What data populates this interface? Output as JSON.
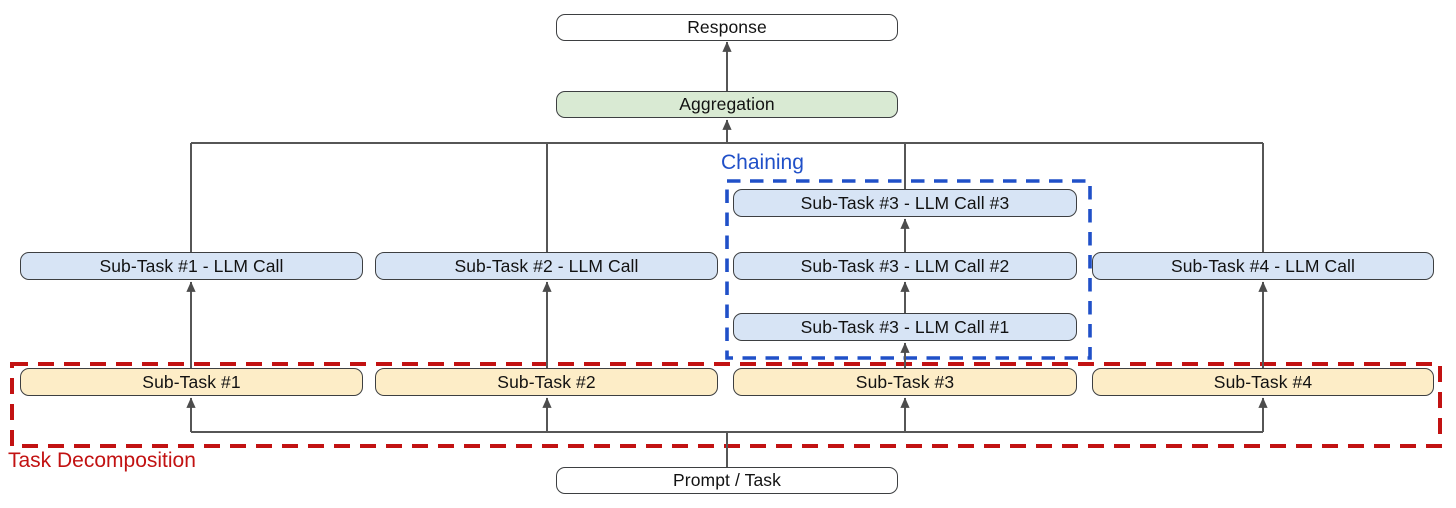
{
  "diagram": {
    "response": {
      "label": "Response"
    },
    "aggregation": {
      "label": "Aggregation"
    },
    "llm_calls": [
      {
        "label": "Sub-Task #1 - LLM Call"
      },
      {
        "label": "Sub-Task #2 - LLM Call"
      },
      {
        "label": "Sub-Task #4 - LLM Call"
      }
    ],
    "chaining_group": {
      "label": "Chaining",
      "calls": [
        {
          "label": "Sub-Task #3 - LLM Call #3"
        },
        {
          "label": "Sub-Task #3 - LLM Call #2"
        },
        {
          "label": "Sub-Task #3 - LLM Call #1"
        }
      ]
    },
    "decomposition_group": {
      "label": "Task Decomposition",
      "subtasks": [
        {
          "label": "Sub-Task #1"
        },
        {
          "label": "Sub-Task #2"
        },
        {
          "label": "Sub-Task #3"
        },
        {
          "label": "Sub-Task #4"
        }
      ]
    },
    "prompt": {
      "label": "Prompt / Task"
    }
  },
  "colors": {
    "llm_call_fill": "#d7e4f5",
    "subtask_fill": "#fdedc7",
    "aggregation_fill": "#d9ead3",
    "plain_box_fill": "#ffffff",
    "box_border": "#3d3f41",
    "connector": "#565656",
    "chaining_accent": "#2050c8",
    "decomposition_accent": "#c21212"
  }
}
